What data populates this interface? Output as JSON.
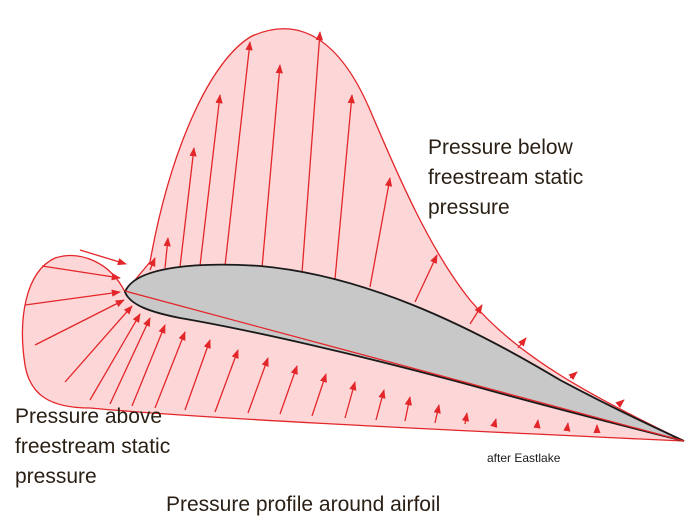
{
  "labels": {
    "pressure_below": [
      "Pressure below",
      "freestream static",
      "pressure"
    ],
    "pressure_above": [
      "Pressure above",
      "freestream static",
      "pressure"
    ],
    "attribution": "after Eastlake",
    "caption": "Pressure profile around airfoil"
  },
  "colors": {
    "envelope_fill": "#fdd7d7",
    "envelope_stroke": "#e3262a",
    "arrow": "#e3262a",
    "airfoil_fill": "#c8c8c8",
    "airfoil_stroke": "#1a1a1a",
    "chord_line": "#e3262a",
    "text": "#2a1f14"
  }
}
